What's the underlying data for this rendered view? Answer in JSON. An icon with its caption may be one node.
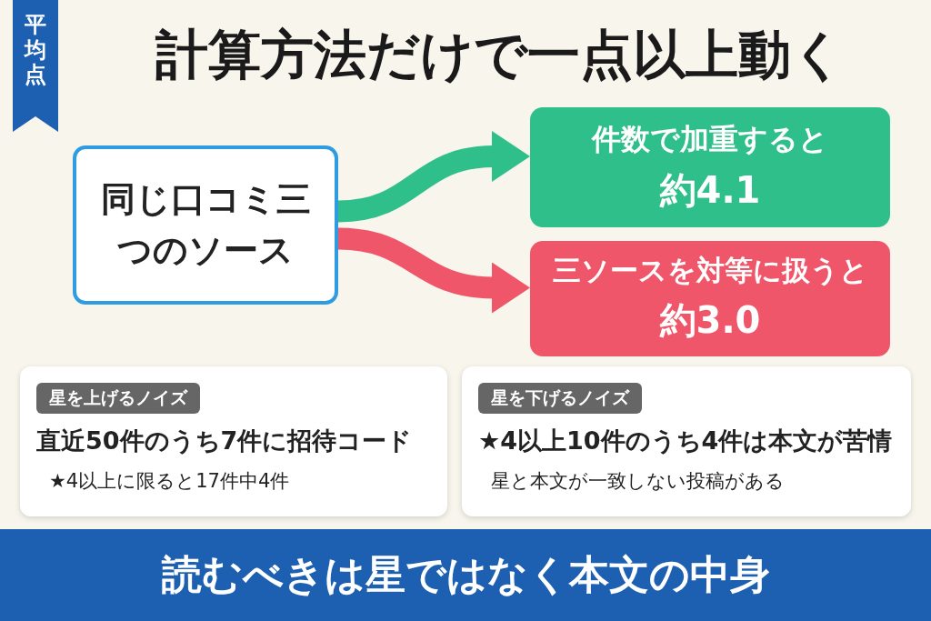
{
  "diagram": {
    "title": "計算方法だけで一点以上動く",
    "nodes": [
      {
        "text": [
          "同じ口コミ三つのソース"
        ]
      },
      {
        "text": [
          "件数で加重すると",
          "約4.1"
        ]
      },
      {
        "text": [
          "三ソースを対等に扱うと",
          "約3.0"
        ]
      },
      {
        "text": [
          "星を上げるノイズ",
          "直近50件のうち7件に招待コード",
          "★4以上に限ると17件中4件"
        ]
      },
      {
        "text": [
          "星を下げるノイズ",
          "★4以上10件のうち4件は本文が苦情",
          "星と本文が一致しない投稿がある"
        ]
      },
      {
        "text": [
          "読むべきは星ではなく本文の中身"
        ]
      }
    ],
    "edges": [
      {
        "from": 0,
        "to": 1,
        "arrow": "to",
        "color": "#2fbf8a"
      },
      {
        "from": 0,
        "to": 2,
        "arrow": "to",
        "color": "#f0566a"
      }
    ],
    "labels": [
      "平均点"
    ]
  }
}
